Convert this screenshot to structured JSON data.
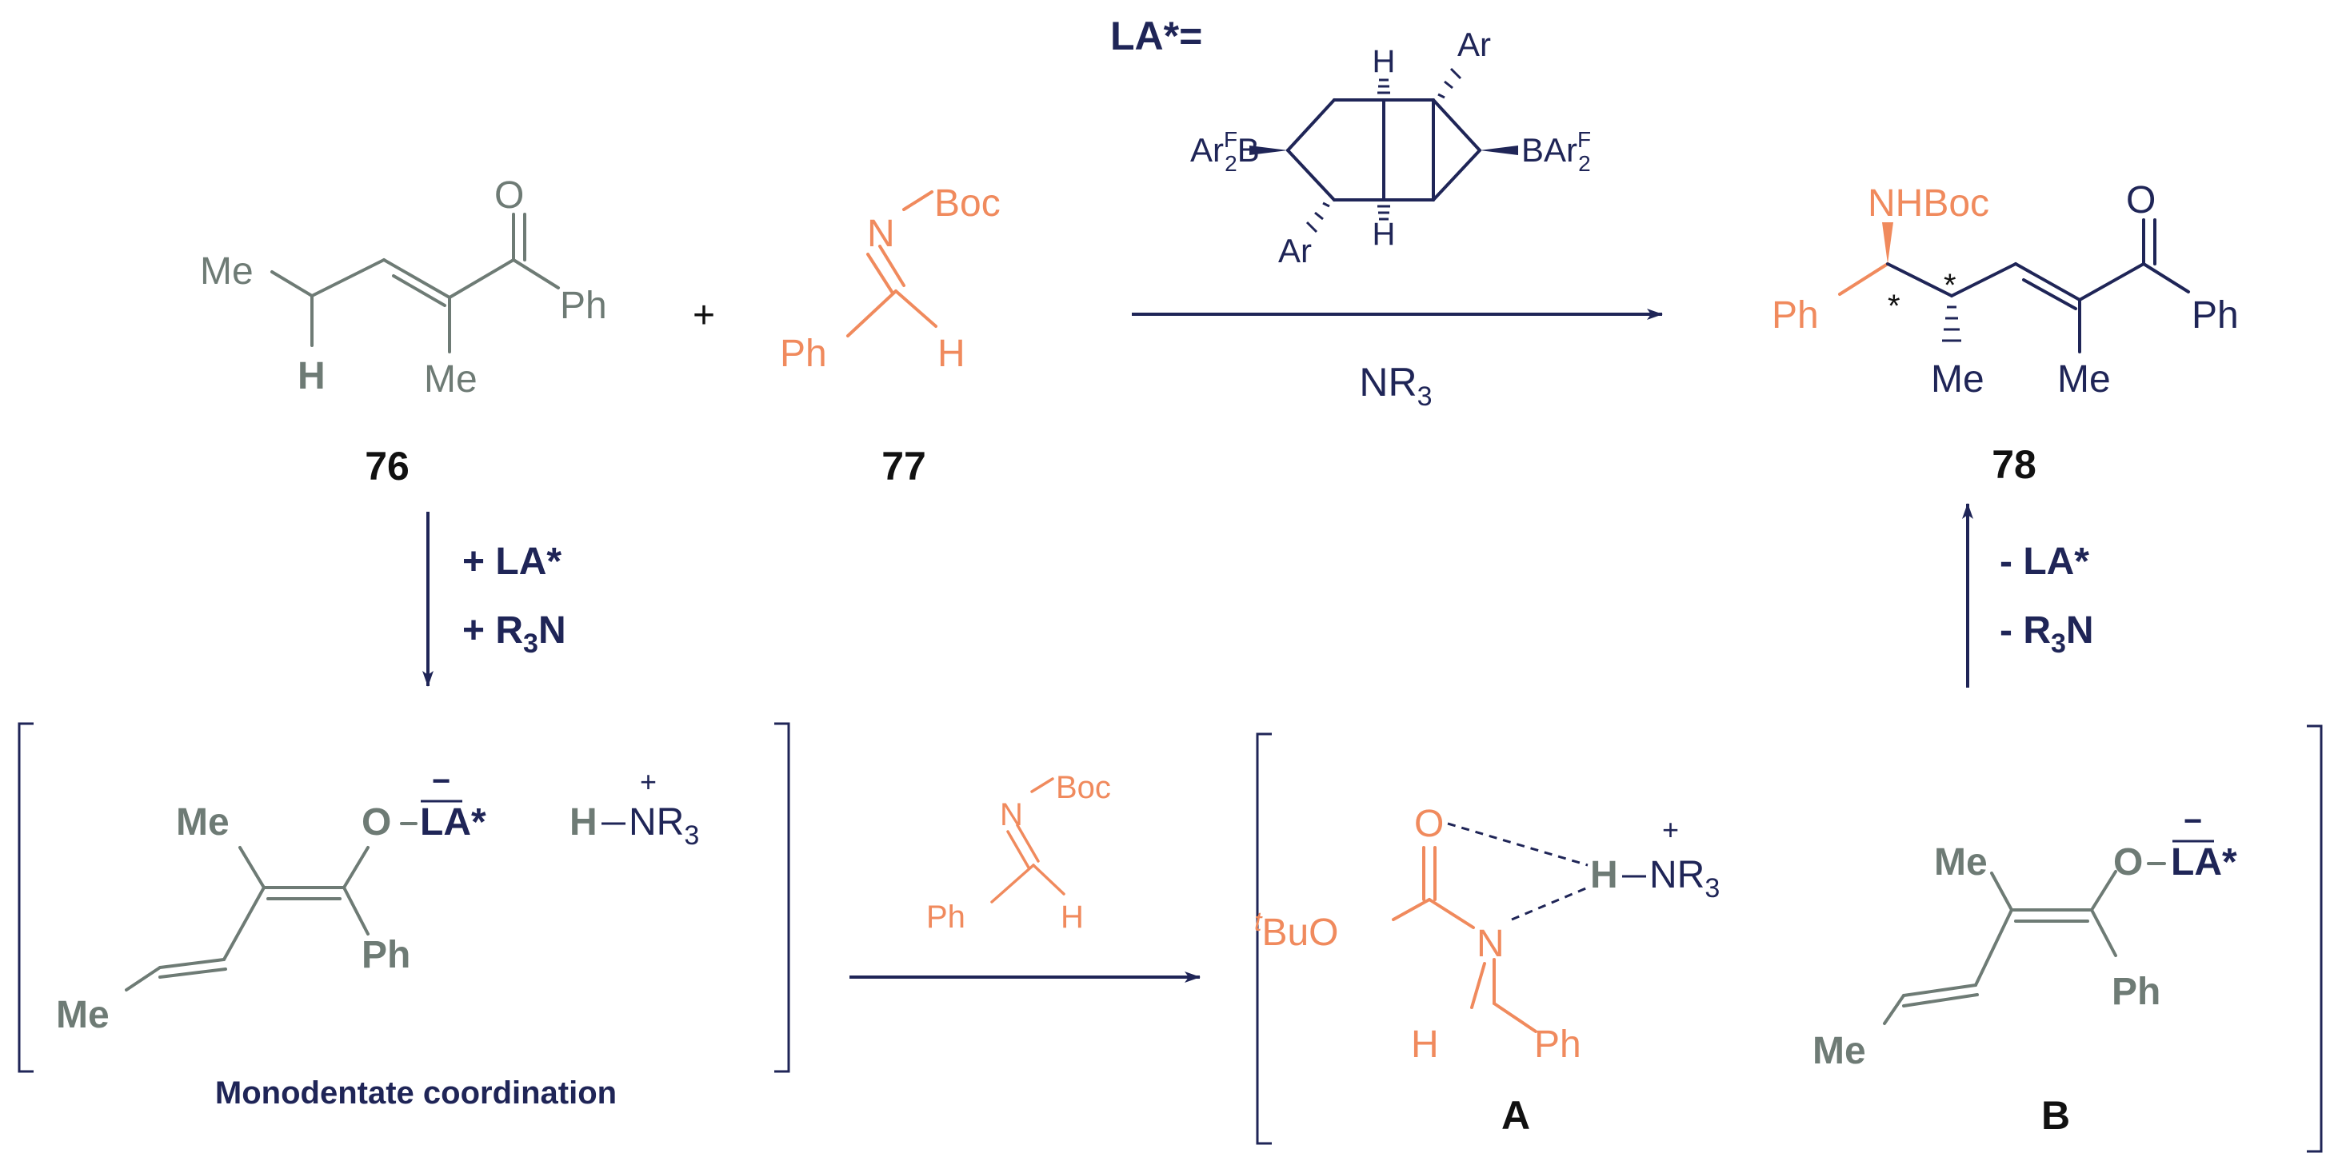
{
  "colors": {
    "grey": "#6e7b75",
    "orange": "#f08a5d",
    "navy": "#1f2557",
    "black": "#111111"
  },
  "catalyst": {
    "label": "LA*=",
    "H_top": "H",
    "H_bottom": "H",
    "Ar_top": "Ar",
    "Ar_bottom": "Ar",
    "boron_left_pre": "Ar",
    "boron_left_sup": "F",
    "boron_left_sub": "2",
    "boron_left_post": "B",
    "boron_right_pre": "BAr",
    "boron_right_sup": "F",
    "boron_right_sub": "2"
  },
  "compound76": {
    "number": "76",
    "Me_left": "Me",
    "H": "H",
    "Me_bottom": "Me",
    "O": "O",
    "Ph": "Ph"
  },
  "plus": "+",
  "compound77": {
    "number": "77",
    "N": "N",
    "Boc": "Boc",
    "Ph": "Ph",
    "H": "H"
  },
  "top_arrow_reagent": {
    "main": "NR",
    "sub": "3"
  },
  "compound78": {
    "number": "78",
    "NHBoc": "NHBoc",
    "Ph_left": "Ph",
    "star1": "*",
    "star2": "*",
    "Me1": "Me",
    "Me2": "Me",
    "O": "O",
    "Ph_right": "Ph"
  },
  "left_arrow": {
    "line1": "+ LA*",
    "line2_main": "+ R",
    "line2_sub": "3",
    "line2_end": "N"
  },
  "right_arrow": {
    "line1": "- LA*",
    "line2_main": "- R",
    "line2_sub": "3",
    "line2_end": "N"
  },
  "intermediate_left": {
    "Me_top": "Me",
    "O": "O",
    "minus": "−",
    "LA": "LA*",
    "H": "H",
    "plus": "+",
    "NR": "NR",
    "NR_sub": "3",
    "Ph": "Ph",
    "Me_bottom": "Me",
    "caption": "Monodentate coordination"
  },
  "middle_arrow_imine": {
    "N": "N",
    "Boc": "Boc",
    "Ph": "Ph",
    "H": "H"
  },
  "intermediate_A": {
    "label": "A",
    "O": "O",
    "tBu_sup": "t",
    "tBuO": "BuO",
    "N": "N",
    "H_bottom": "H",
    "Ph": "Ph",
    "H": "H",
    "plus": "+",
    "NR": "NR",
    "NR_sub": "3"
  },
  "intermediate_B": {
    "label": "B",
    "Me_top": "Me",
    "O": "O",
    "minus": "−",
    "LA": "LA*",
    "Ph": "Ph",
    "Me_bottom": "Me"
  }
}
